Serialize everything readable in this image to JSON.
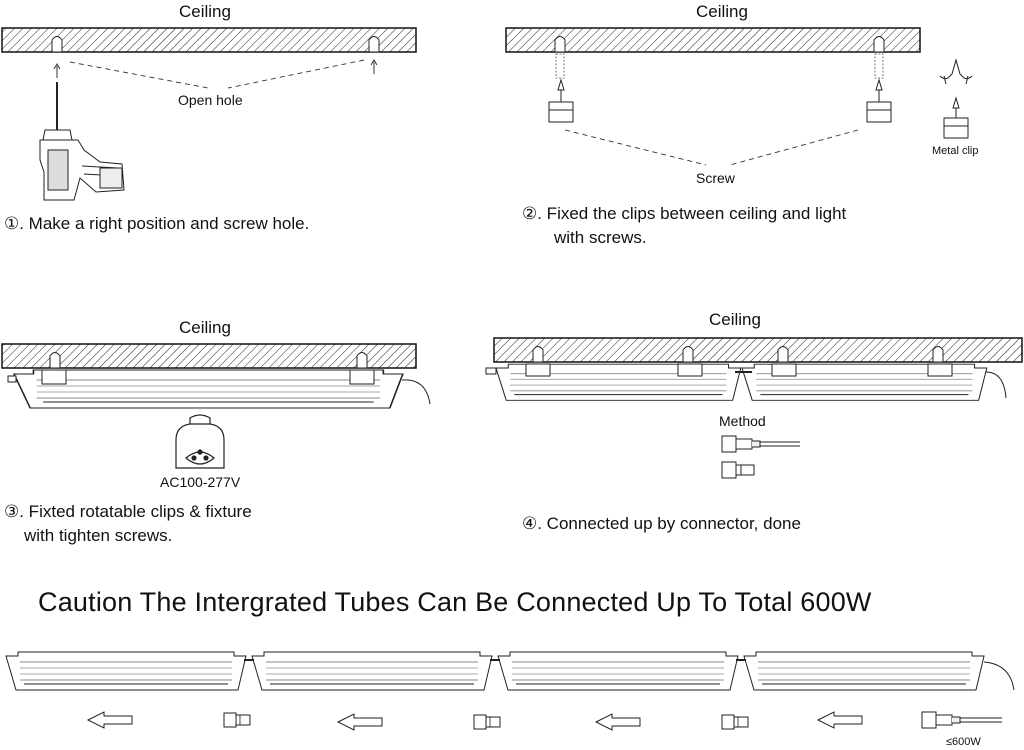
{
  "panel1": {
    "ceiling": "Ceiling",
    "open_hole": "Open hole",
    "step_line1": "①. Make a right position and screw hole."
  },
  "panel2": {
    "ceiling": "Ceiling",
    "screw": "Screw",
    "metal_clip": "Metal clip",
    "step_line1": "②. Fixed the clips between ceiling and light",
    "step_line2": "with screws."
  },
  "panel3": {
    "ceiling": "Ceiling",
    "voltage": "AC100-277V",
    "step_line1": "③. Fixted rotatable clips & fixture",
    "step_line2": "with tighten screws."
  },
  "panel4": {
    "ceiling": "Ceiling",
    "method": "Method",
    "step_line1": "④. Connected up by connector, done"
  },
  "caution": {
    "text": "Caution The Intergrated Tubes Can Be Connected Up To Total 600W",
    "limit": "≤600W"
  }
}
